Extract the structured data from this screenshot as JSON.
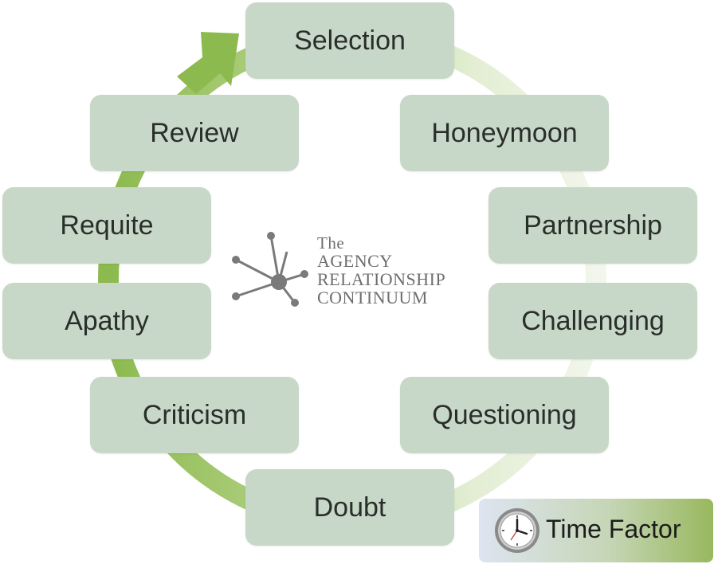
{
  "stages": {
    "selection": "Selection",
    "honeymoon": "Honeymoon",
    "partnership": "Partnership",
    "challenging": "Challenging",
    "questioning": "Questioning",
    "doubt": "Doubt",
    "criticism": "Criticism",
    "apathy": "Apathy",
    "requite": "Requite",
    "review": "Review"
  },
  "logo": {
    "line_the": "The",
    "line_1": "AGENCY",
    "line_2": "RELATIONSHIP",
    "line_3": "CONTINUUM"
  },
  "badge": {
    "label": "Time Factor",
    "icon": "clock-icon"
  },
  "colors": {
    "box_fill": "#c8d8c8",
    "ring_green": "#8cba4e",
    "ring_light": "#eef3e6",
    "logo_gray": "#6e6e6e"
  }
}
